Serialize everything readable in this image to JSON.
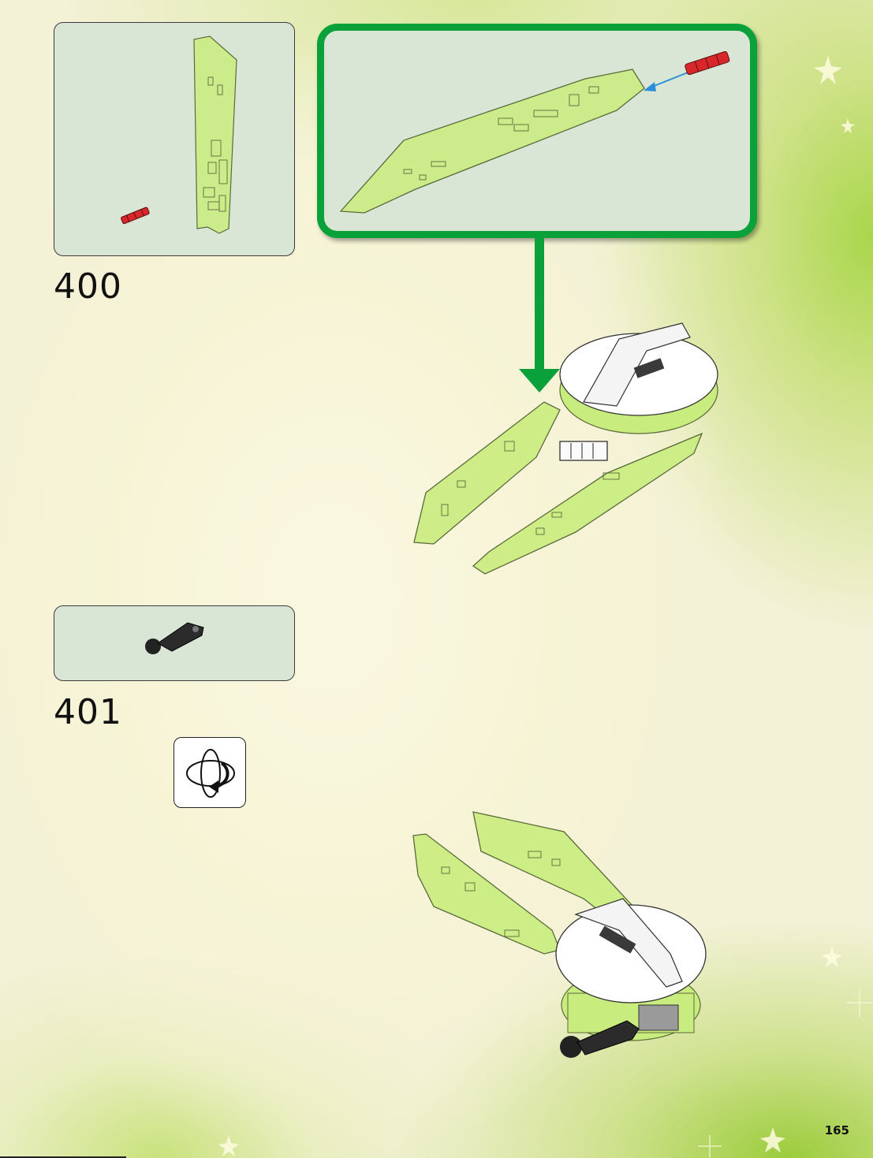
{
  "steps": [
    {
      "number": "400"
    },
    {
      "number": "401"
    }
  ],
  "page_number": "165",
  "colors": {
    "callout_border": "#0aa13a",
    "panel_bg": "#d9e6d6",
    "trans_green": "#c9ec7e",
    "red_pin": "#d8262a",
    "arrow_blue": "#2a8fd6"
  },
  "icons": {
    "rotate": "rotate-model-icon"
  }
}
